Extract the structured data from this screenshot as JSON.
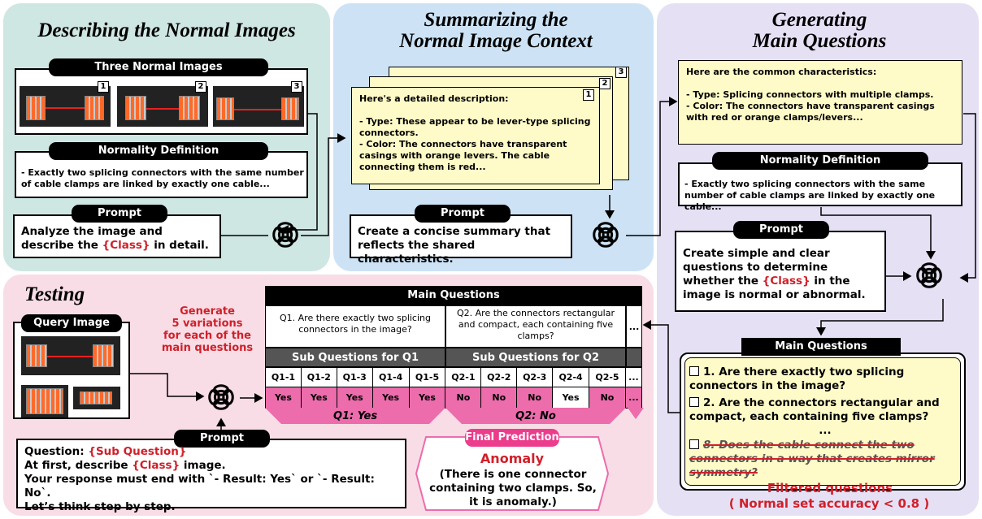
{
  "panels": {
    "describe": {
      "title": "Describing the Normal Images",
      "images_label": "Three Normal Images",
      "image_numbers": [
        "1",
        "2",
        "3"
      ],
      "normality_label": "Normality Definition",
      "normality_text": "- Exactly two splicing connectors with the same number of cable clamps are linked by exactly one cable...",
      "prompt_label": "Prompt",
      "prompt_text_a": "Analyze the image and describe the ",
      "prompt_class": "{Class}",
      "prompt_text_b": " in detail."
    },
    "summarize": {
      "title_line1": "Summarizing the",
      "title_line2": "Normal Image Context",
      "doc_numbers": [
        "1",
        "2",
        "3"
      ],
      "doc_text": "Here's a detailed description:\n\n- Type: These appear to be lever-type splicing connectors.\n- Color: The connectors have transparent casings with orange levers. The cable connecting them is red...",
      "prompt_label": "Prompt",
      "prompt_text": "Create a concise summary that reflects the shared characteristics."
    },
    "generate": {
      "title_line1": "Generating",
      "title_line2": "Main Questions",
      "summary_text": "Here are the common characteristics:\n\n- Type: Splicing connectors with multiple clamps.\n- Color: The connectors have transparent casings with red or orange clamps/levers...",
      "normality_label": "Normality Definition",
      "normality_text": "- Exactly two splicing connectors with the same number of cable clamps are linked by exactly one cable...",
      "prompt_label": "Prompt",
      "prompt_text_a": "Create simple and clear questions to determine whether the ",
      "prompt_class": "{Class}",
      "prompt_text_b": " in the image is normal or abnormal.",
      "mq_label": "Main Questions",
      "questions": [
        "1. Are there exactly two splicing connectors in the image?",
        "2. Are the connectors rectangular and compact, each containing five clamps?"
      ],
      "ellipsis": "...",
      "filtered_question": "8. Does the cable connect the two connectors in a way that creates mirror symmetry?",
      "filtered_label": "Filtered questions",
      "filtered_criterion": "( Normal set accuracy < 0.8 )"
    },
    "testing": {
      "title": "Testing",
      "query_label": "Query Image",
      "generate_note": "Generate\n5 variations\nfor each of the\nmain questions",
      "main_questions_header": "Main Questions",
      "q1": "Q1. Are there exactly two splicing connectors in the image?",
      "q2": "Q2. Are the connectors rectangular and compact, each containing five clamps?",
      "more": "...",
      "sub_q1_header": "Sub Questions for Q1",
      "sub_q2_header": "Sub Questions for Q2",
      "sub_ids": [
        "Q1-1",
        "Q1-2",
        "Q1-3",
        "Q1-4",
        "Q1-5",
        "Q2-1",
        "Q2-2",
        "Q2-3",
        "Q2-4",
        "Q2-5",
        "..."
      ],
      "answers": [
        "Yes",
        "Yes",
        "Yes",
        "Yes",
        "Yes",
        "No",
        "No",
        "No",
        "Yes",
        "No",
        "..."
      ],
      "q1_result": "Q1: Yes",
      "q2_result": "Q2: No",
      "final_label": "Final Prediction",
      "final_value": "Anomaly",
      "final_reason": "(There is one connector containing two clamps. So, it is anomaly.)",
      "prompt_label": "Prompt",
      "prompt_q_a": "Question: ",
      "prompt_q_b": "{Sub Question}",
      "prompt_l2_a": "At first, describe ",
      "prompt_l2_b": "{Class}",
      "prompt_l2_c": " image.",
      "prompt_l3": "Your response must end with `- Result: Yes` or `- Result: No`.",
      "prompt_l4": "Let’s think step by step."
    }
  },
  "colors": {
    "describe_bg": "#cfe7e3",
    "summarize_bg": "#cde3f5",
    "generate_bg": "#e6e0f5",
    "testing_bg": "#f9dde6",
    "note_yellow": "#fffbc8",
    "pink": "#ec6cac",
    "accent_red": "#d0202a"
  }
}
